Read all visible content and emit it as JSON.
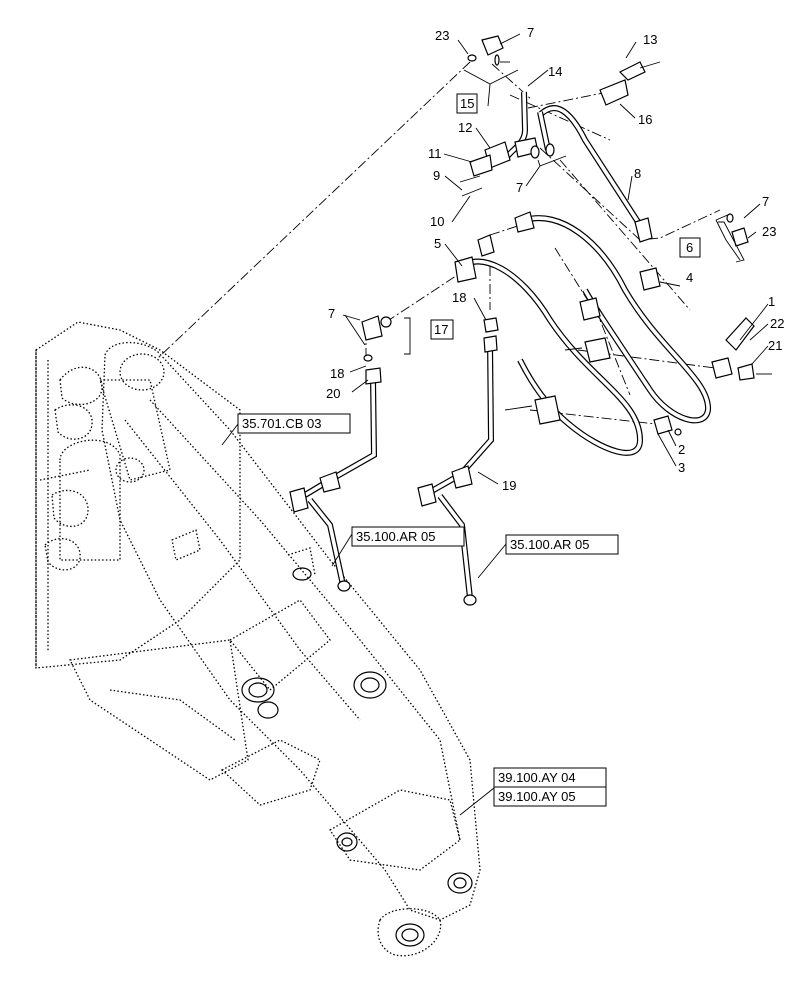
{
  "callouts": {
    "c1": "1",
    "c2": "2",
    "c3": "3",
    "c4": "4",
    "c5": "5",
    "c7a": "7",
    "c7b": "7",
    "c7c": "7",
    "c7d": "7",
    "c8": "8",
    "c9": "9",
    "c10": "10",
    "c11": "11",
    "c12": "12",
    "c13": "13",
    "c14": "14",
    "c16": "16",
    "c18a": "18",
    "c18b": "18",
    "c19": "19",
    "c20": "20",
    "c21": "21",
    "c22": "22",
    "c23a": "23",
    "c23b": "23"
  },
  "boxed_callouts": {
    "b6": "6",
    "b15": "15",
    "b17": "17"
  },
  "references": {
    "r1": "35.701.CB 03",
    "r2": "35.100.AR 05",
    "r3": "35.100.AR 05",
    "r4": "39.100.AY 04",
    "r5": "39.100.AY 05"
  }
}
